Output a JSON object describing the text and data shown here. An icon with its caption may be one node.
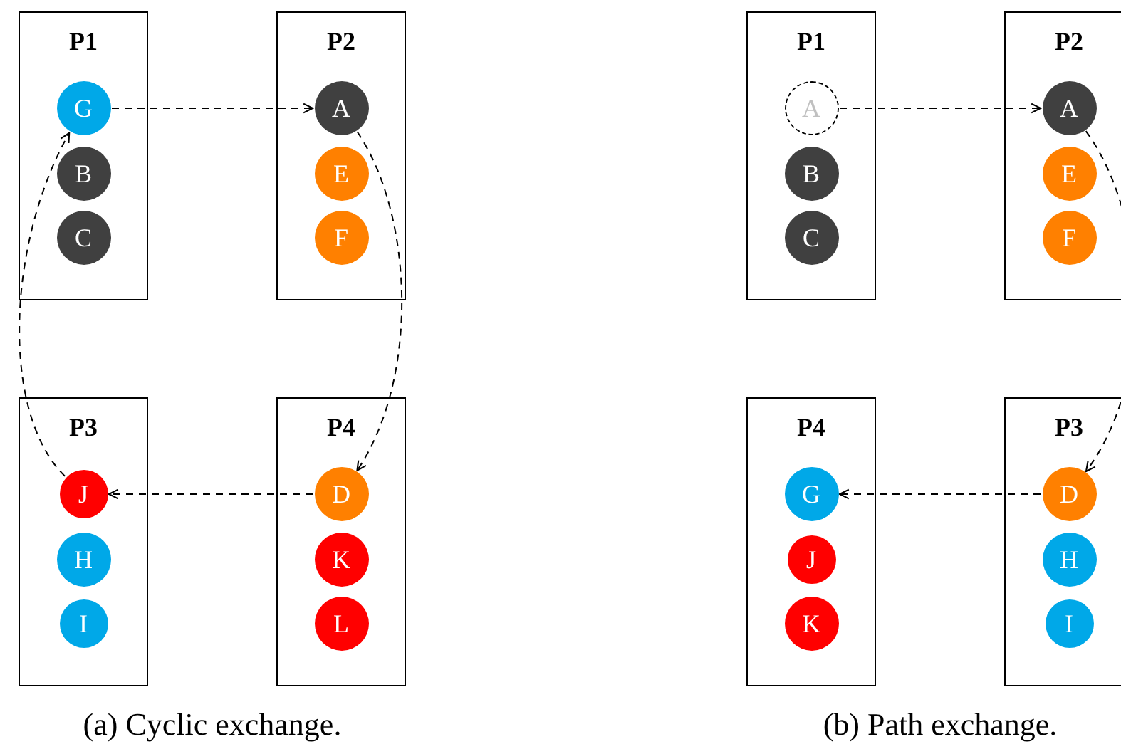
{
  "diagram": {
    "nodes": [
      {
        "text": [
          "P1"
        ]
      },
      {
        "text": [
          "G"
        ],
        "in": 0
      },
      {
        "text": [
          "B"
        ],
        "in": 0
      },
      {
        "text": [
          "C"
        ],
        "in": 0
      },
      {
        "text": [
          "P2"
        ]
      },
      {
        "text": [
          "A"
        ],
        "in": 4
      },
      {
        "text": [
          "E"
        ],
        "in": 4
      },
      {
        "text": [
          "F"
        ],
        "in": 4
      },
      {
        "text": [
          "P3"
        ]
      },
      {
        "text": [
          "J"
        ],
        "in": 8
      },
      {
        "text": [
          "H"
        ],
        "in": 8
      },
      {
        "text": [
          "I"
        ],
        "in": 8
      },
      {
        "text": [
          "P4"
        ]
      },
      {
        "text": [
          "D"
        ],
        "in": 12
      },
      {
        "text": [
          "K"
        ],
        "in": 12
      },
      {
        "text": [
          "L"
        ],
        "in": 12
      },
      {
        "text": [
          "P1"
        ]
      },
      {
        "text": [
          "A"
        ],
        "in": 16
      },
      {
        "text": [
          "B"
        ],
        "in": 16
      },
      {
        "text": [
          "C"
        ],
        "in": 16
      },
      {
        "text": [
          "P2"
        ]
      },
      {
        "text": [
          "A"
        ],
        "in": 20
      },
      {
        "text": [
          "E"
        ],
        "in": 20
      },
      {
        "text": [
          "F"
        ],
        "in": 20
      },
      {
        "text": [
          "P4"
        ]
      },
      {
        "text": [
          "G"
        ],
        "in": 24
      },
      {
        "text": [
          "J"
        ],
        "in": 24
      },
      {
        "text": [
          "K"
        ],
        "in": 24
      },
      {
        "text": [
          "P3"
        ]
      },
      {
        "text": [
          "D"
        ],
        "in": 28
      },
      {
        "text": [
          "H"
        ],
        "in": 28
      },
      {
        "text": [
          "I"
        ],
        "in": 28
      }
    ],
    "edges": [
      {
        "from": 1,
        "to": 5,
        "arrow": "to",
        "style": "dashed"
      },
      {
        "from": 5,
        "to": 13,
        "arrow": "to",
        "style": "dashed"
      },
      {
        "from": 13,
        "to": 9,
        "arrow": "to",
        "style": "dashed"
      },
      {
        "from": 9,
        "to": 1,
        "arrow": "to",
        "style": "dashed"
      },
      {
        "from": 17,
        "to": 21,
        "arrow": "to",
        "style": "dashed"
      },
      {
        "from": 21,
        "to": 29,
        "arrow": "to",
        "style": "dashed"
      },
      {
        "from": 29,
        "to": 25,
        "arrow": "to",
        "style": "dashed"
      }
    ],
    "labels": [
      "(a) Cyclic exchange.",
      "(b) Path exchange."
    ]
  }
}
